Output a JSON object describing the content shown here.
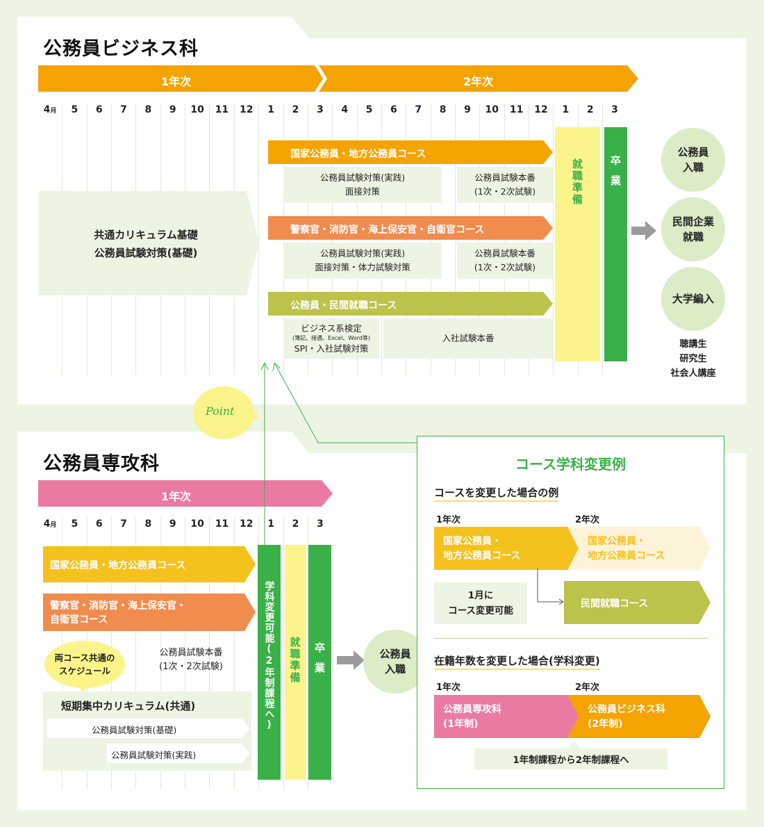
{
  "colors": {
    "orange": "#f4a300",
    "salmon": "#f08c4e",
    "olive": "#bcc24a",
    "yellow": "#f5c11d",
    "pink": "#ea7aa2",
    "green": "#3ab049",
    "paleyellow": "#fbf48b",
    "palegreen": "#dbecc6",
    "lightbg": "#eef4e3"
  },
  "business": {
    "title": "公務員ビジネス科",
    "year1": "1年次",
    "year2": "2年次",
    "months": [
      "4",
      "5",
      "6",
      "7",
      "8",
      "9",
      "10",
      "11",
      "12",
      "1",
      "2",
      "3",
      "4",
      "5",
      "6",
      "7",
      "8",
      "9",
      "10",
      "11",
      "12",
      "1",
      "2",
      "3"
    ],
    "month_suffix": "月",
    "common": {
      "line1": "共通カリキュラム基礎",
      "line2": "公務員試験対策(基礎)"
    },
    "course1": {
      "label": "国家公務員・地方公務員コース",
      "sub1a": "公務員試験対策(実践)",
      "sub1b": "面接対策",
      "sub2a": "公務員試験本番",
      "sub2b": "(1次・2次試験)"
    },
    "course2": {
      "label": "警察官・消防官・海上保安官・自衛官コース",
      "sub1a": "公務員試験対策(実践)",
      "sub1b": "面接対策・体力試験対策",
      "sub2a": "公務員試験本番",
      "sub2b": "(1次・2次試験)"
    },
    "course3": {
      "label": "公務員・民間就職コース",
      "sub1a": "ビジネス系検定",
      "sub1b": "(簿記、接遇、Excel、Word等)",
      "sub1c": "SPI・入社試験対策",
      "sub2": "入社試験本番"
    },
    "prep": "就職準備",
    "grad": "卒業",
    "out1": {
      "a": "公務員",
      "b": "入職"
    },
    "out2": {
      "a": "民間企業",
      "b": "就職"
    },
    "out3": "大学編入",
    "extra": [
      "聴講生",
      "研究生",
      "社会人講座"
    ]
  },
  "point": "Point",
  "specialist": {
    "title": "公務員専攻科",
    "year1": "1年次",
    "months": [
      "4",
      "5",
      "6",
      "7",
      "8",
      "9",
      "10",
      "11",
      "12",
      "1",
      "2",
      "3"
    ],
    "month_suffix": "月",
    "course1": "国家公務員・地方公務員コース",
    "course2a": "警察官・消防官・海上保安官・",
    "course2b": "自衛官コース",
    "bubble": {
      "a": "両コース共通の",
      "b": "スケジュール"
    },
    "exam": {
      "a": "公務員試験本番",
      "b": "(1次・2次試験)"
    },
    "short": "短期集中カリキュラム(共通)",
    "basic": "公務員試験対策(基礎)",
    "practice": "公務員試験対策(実践)",
    "change": "学科変更可能(2年制課程へ)",
    "prep": "就職準備",
    "grad": "卒業",
    "out": {
      "a": "公務員",
      "b": "入職"
    }
  },
  "example": {
    "title": "コース学科変更例",
    "sec1": "コースを変更した場合の例",
    "y1": "1年次",
    "y2": "2年次",
    "c1a": "国家公務員・",
    "c1b": "地方公務員コース",
    "c2a": "国家公務員・",
    "c2b": "地方公務員コース",
    "note1a": "1月に",
    "note1b": "コース変更可能",
    "c3": "民間就職コース",
    "sec2": "在籍年数を変更した場合(学科変更)",
    "y3": "1年次",
    "y4": "2年次",
    "d1a": "公務員専攻科",
    "d1b": "(1年制)",
    "d2a": "公務員ビジネス科",
    "d2b": "(2年制)",
    "note2": "1年制課程から2年制課程へ"
  }
}
